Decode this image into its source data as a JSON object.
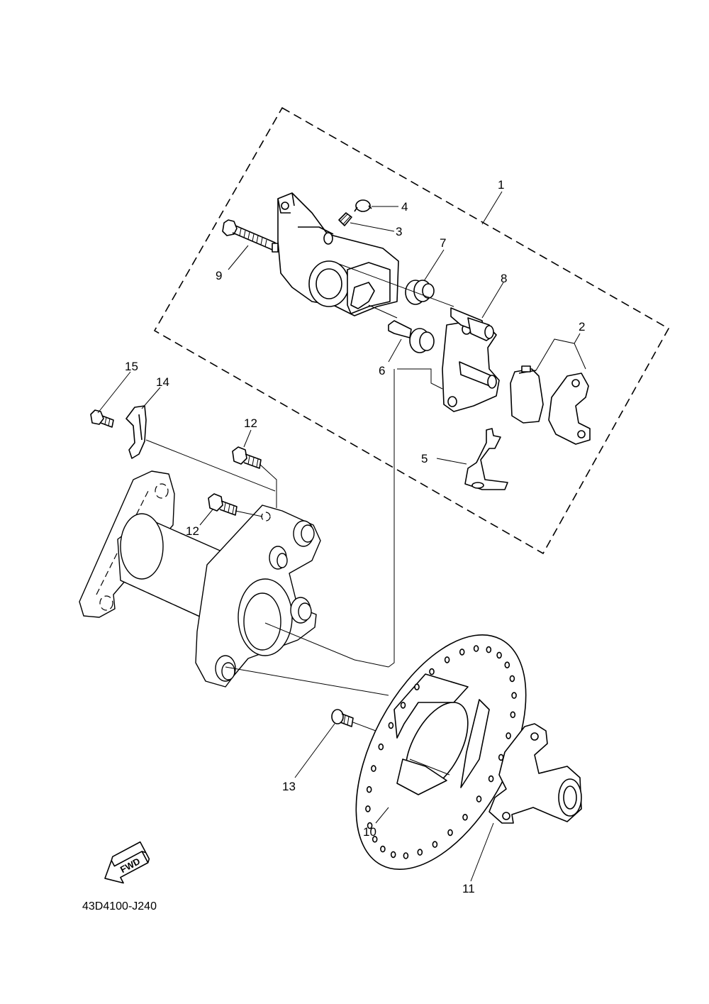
{
  "diagram_code": "43D4100-J240",
  "fwd_label": "FWD",
  "callouts": [
    {
      "id": "1",
      "label": "1"
    },
    {
      "id": "2",
      "label": "2"
    },
    {
      "id": "3",
      "label": "3"
    },
    {
      "id": "4",
      "label": "4"
    },
    {
      "id": "5",
      "label": "5"
    },
    {
      "id": "6",
      "label": "6"
    },
    {
      "id": "7",
      "label": "7"
    },
    {
      "id": "8",
      "label": "8"
    },
    {
      "id": "9",
      "label": "9"
    },
    {
      "id": "10",
      "label": "10"
    },
    {
      "id": "11",
      "label": "11"
    },
    {
      "id": "12a",
      "label": "12"
    },
    {
      "id": "12b",
      "label": "12"
    },
    {
      "id": "13",
      "label": "13"
    },
    {
      "id": "14",
      "label": "14"
    },
    {
      "id": "15",
      "label": "15"
    }
  ]
}
